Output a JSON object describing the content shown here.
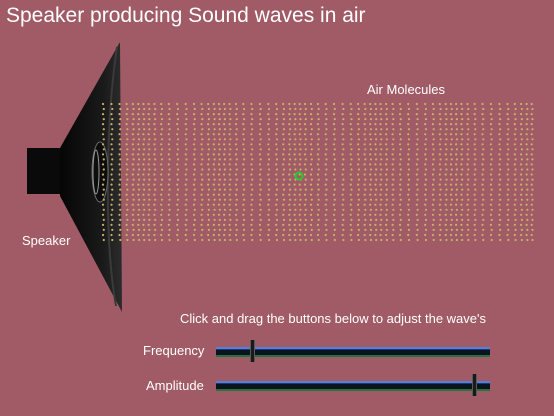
{
  "title": "Speaker producing Sound waves in air",
  "labels": {
    "air_molecules": "Air Molecules",
    "speaker": "Speaker",
    "instructions": "Click and drag the buttons below to adjust the wave's"
  },
  "controls": {
    "frequency": {
      "label": "Frequency",
      "value": 0.13
    },
    "amplitude": {
      "label": "Amplitude",
      "value": 0.94
    }
  },
  "colors": {
    "background": "#a05b66",
    "molecule": "#c8b06a",
    "highlight_molecule": "#1fcf2a"
  }
}
